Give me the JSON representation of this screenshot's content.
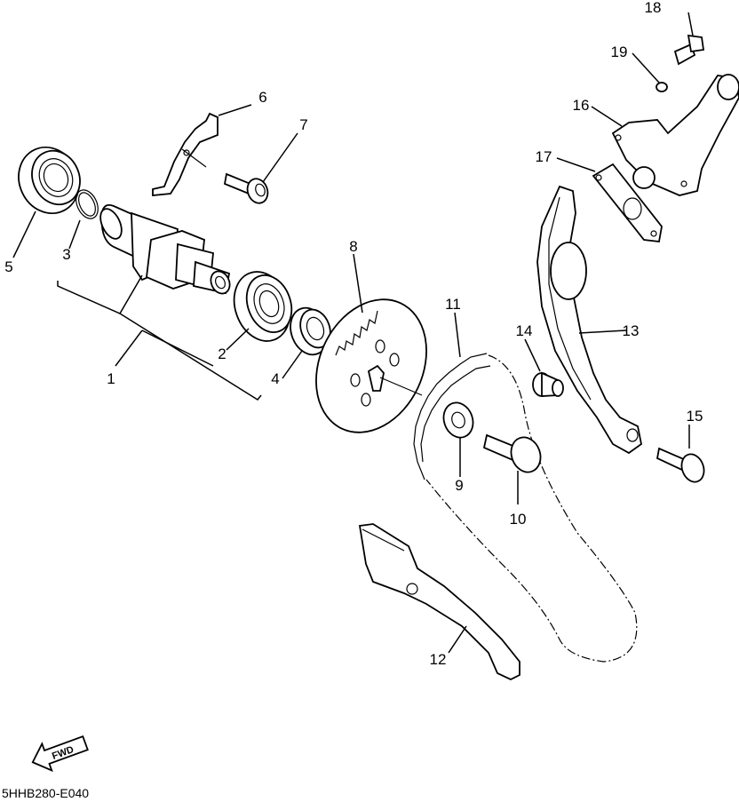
{
  "diagram": {
    "callouts": [
      "1",
      "2",
      "3",
      "4",
      "5",
      "6",
      "7",
      "8",
      "9",
      "10",
      "11",
      "12",
      "13",
      "14",
      "15",
      "16",
      "17",
      "18",
      "19"
    ],
    "drawing_code": "5HHB280-E040",
    "fwd_label": "FWD"
  }
}
